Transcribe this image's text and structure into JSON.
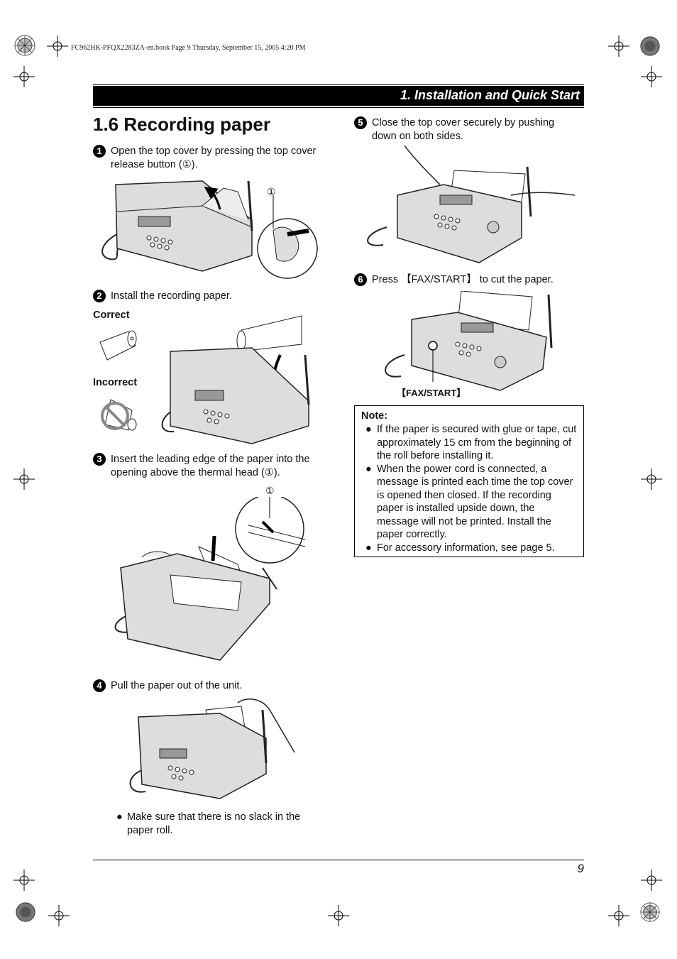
{
  "print_line": "FC962HK-PFQX2283ZA-en.book  Page 9  Thursday, September 15, 2005  4:20 PM",
  "header": {
    "chapter": "1. Installation and Quick Start"
  },
  "section": {
    "title": "1.6 Recording paper"
  },
  "steps": [
    {
      "num": "1",
      "text": "Open the top cover by pressing the top cover release button (①)."
    },
    {
      "num": "2",
      "text": "Install the recording paper."
    },
    {
      "num": "3",
      "text": "Insert the leading edge of the paper into the opening above the thermal head (①)."
    },
    {
      "num": "4",
      "text": "Pull the paper out of the unit."
    },
    {
      "num": "5",
      "text": "Close the top cover securely by pushing down on both sides."
    },
    {
      "num": "6",
      "text": "Press 【FAX/START】 to cut the paper."
    }
  ],
  "labels": {
    "correct": "Correct",
    "incorrect": "Incorrect",
    "callout_1": "①",
    "callout_3": "①",
    "fax_start": "【FAX/START】"
  },
  "step4_bullet": "Make sure that there is no slack in the paper roll.",
  "bullet_symbol": "●",
  "note": {
    "title": "Note:",
    "items": [
      "If the paper is secured with glue or tape, cut approximately 15 cm from the beginning of the roll before installing it.",
      "When the power cord is connected, a message is printed each time the top cover is opened then closed. If the recording paper is installed upside down, the message will not be printed. Install the paper correctly.",
      "For accessory information, see page 5."
    ]
  },
  "page_number": "9"
}
